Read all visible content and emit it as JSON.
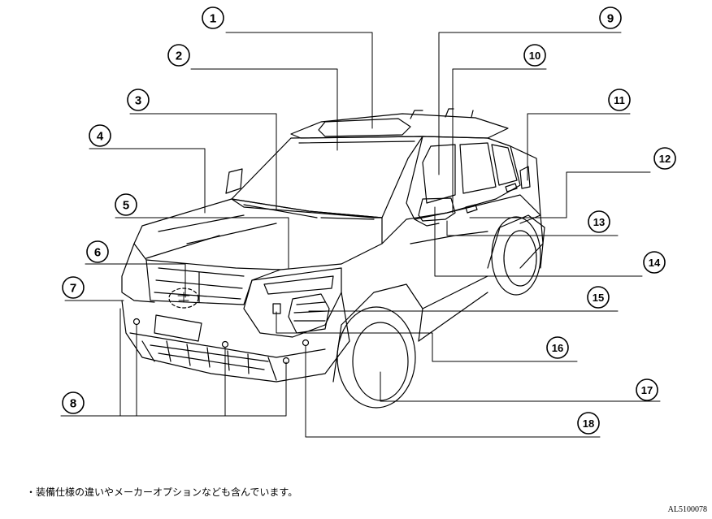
{
  "diagram": {
    "callouts": [
      {
        "id": "1",
        "label": "1"
      },
      {
        "id": "2",
        "label": "2"
      },
      {
        "id": "3",
        "label": "3"
      },
      {
        "id": "4",
        "label": "4"
      },
      {
        "id": "5",
        "label": "5"
      },
      {
        "id": "6",
        "label": "6"
      },
      {
        "id": "7",
        "label": "7"
      },
      {
        "id": "8",
        "label": "8"
      },
      {
        "id": "9",
        "label": "9"
      },
      {
        "id": "10",
        "label": "10"
      },
      {
        "id": "11",
        "label": "11"
      },
      {
        "id": "12",
        "label": "12"
      },
      {
        "id": "13",
        "label": "13"
      },
      {
        "id": "14",
        "label": "14"
      },
      {
        "id": "15",
        "label": "15"
      },
      {
        "id": "16",
        "label": "16"
      },
      {
        "id": "17",
        "label": "17"
      },
      {
        "id": "18",
        "label": "18"
      }
    ]
  },
  "footnote": "・装備仕様の違いやメーカーオプションなども含んでいます。",
  "image_code": "AL5100078"
}
